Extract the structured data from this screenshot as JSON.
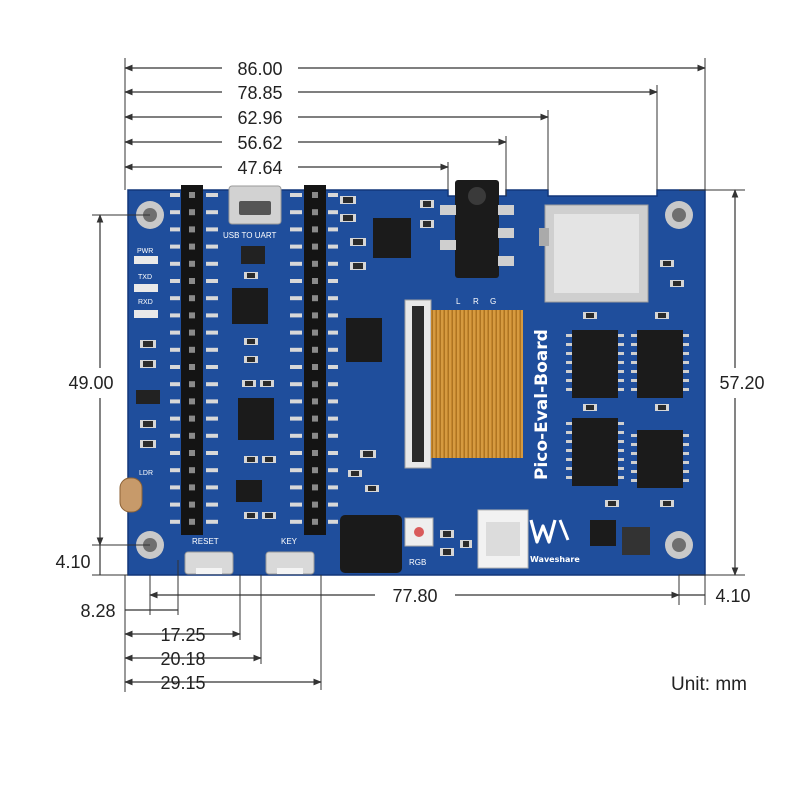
{
  "diagram": {
    "dimensions_top": [
      "86.00",
      "78.85",
      "62.96",
      "56.62",
      "47.64"
    ],
    "dimension_left_height": "49.00",
    "dimension_left_small": "4.10",
    "dimension_right_height": "57.20",
    "dimension_bottom_width": "77.80",
    "dimension_bottom_right": "4.10",
    "dimensions_bottom_left": [
      "8.28",
      "17.25",
      "20.18",
      "29.15"
    ],
    "unit": "Unit: mm"
  },
  "board": {
    "name": "Pico-Eval-Board",
    "brand": "Waveshare",
    "labels": {
      "usb": "USB TO UART",
      "pwr": "PWR",
      "txd": "TXD",
      "rxd": "RXD",
      "ldr": "LDR",
      "reset": "RESET",
      "key": "KEY",
      "rgb": "RGB",
      "audio_l": "L",
      "audio_r": "R",
      "audio_g": "G"
    }
  },
  "colors": {
    "pcb": "#1f4e9c",
    "pcb_dark": "#163f86",
    "ribbon": "#c98a2e",
    "dimension_line": "#333333"
  }
}
